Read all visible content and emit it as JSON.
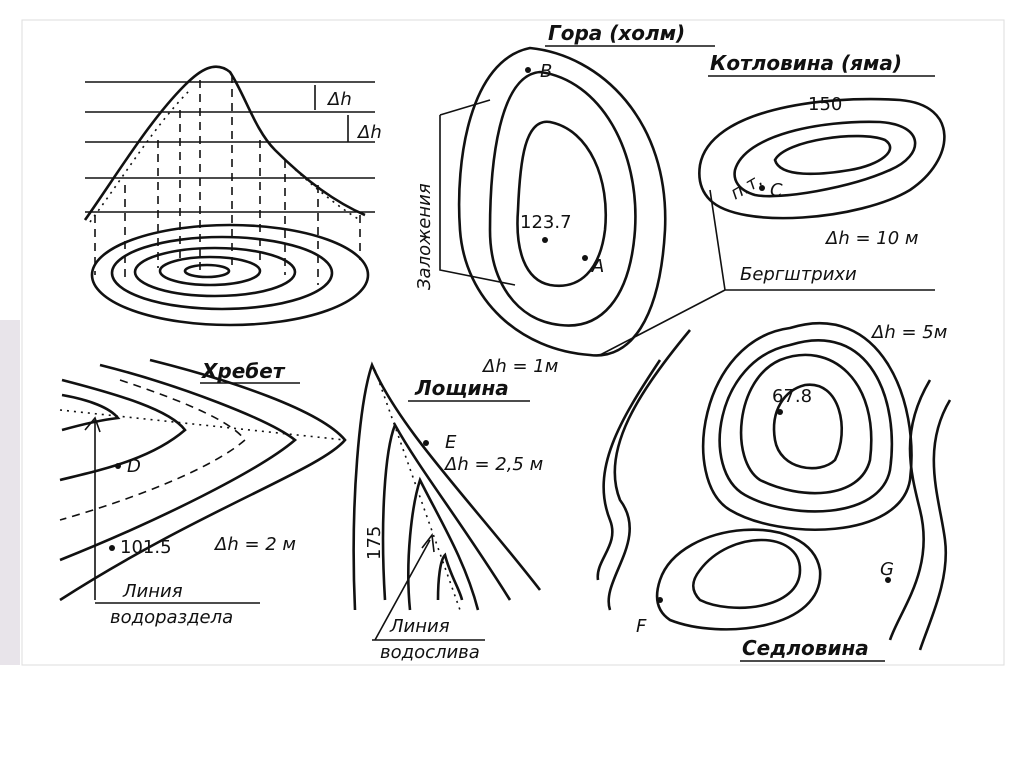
{
  "hill_profile": {
    "dh1": "Δh",
    "dh2": "Δh"
  },
  "hill": {
    "title": "Гора (холм)",
    "point_b": "B",
    "zalozheniya": "Заложения",
    "height": "123.7",
    "point_a": "A",
    "dh": "Δh = 1м"
  },
  "basin": {
    "title": "Котловина (яма)",
    "contour": "150",
    "pt": "п.т.",
    "point_c": "C",
    "dh": "Δh = 10 м",
    "bergshtrikhi": "Бергштрихи"
  },
  "ridge": {
    "title": "Хребет",
    "point_d": "D",
    "height": "101.5",
    "dh": "Δh = 2 м",
    "line1": "Линия",
    "line2": "водораздела"
  },
  "hollow": {
    "title": "Лощина",
    "point_e": "E",
    "dh": "Δh = 2,5 м",
    "contour": "175",
    "line1": "Линия",
    "line2": "водослива"
  },
  "saddle": {
    "title": "Седловина",
    "dh": "Δh = 5м",
    "height": "67.8",
    "point_g": "G",
    "point_f": "F"
  }
}
